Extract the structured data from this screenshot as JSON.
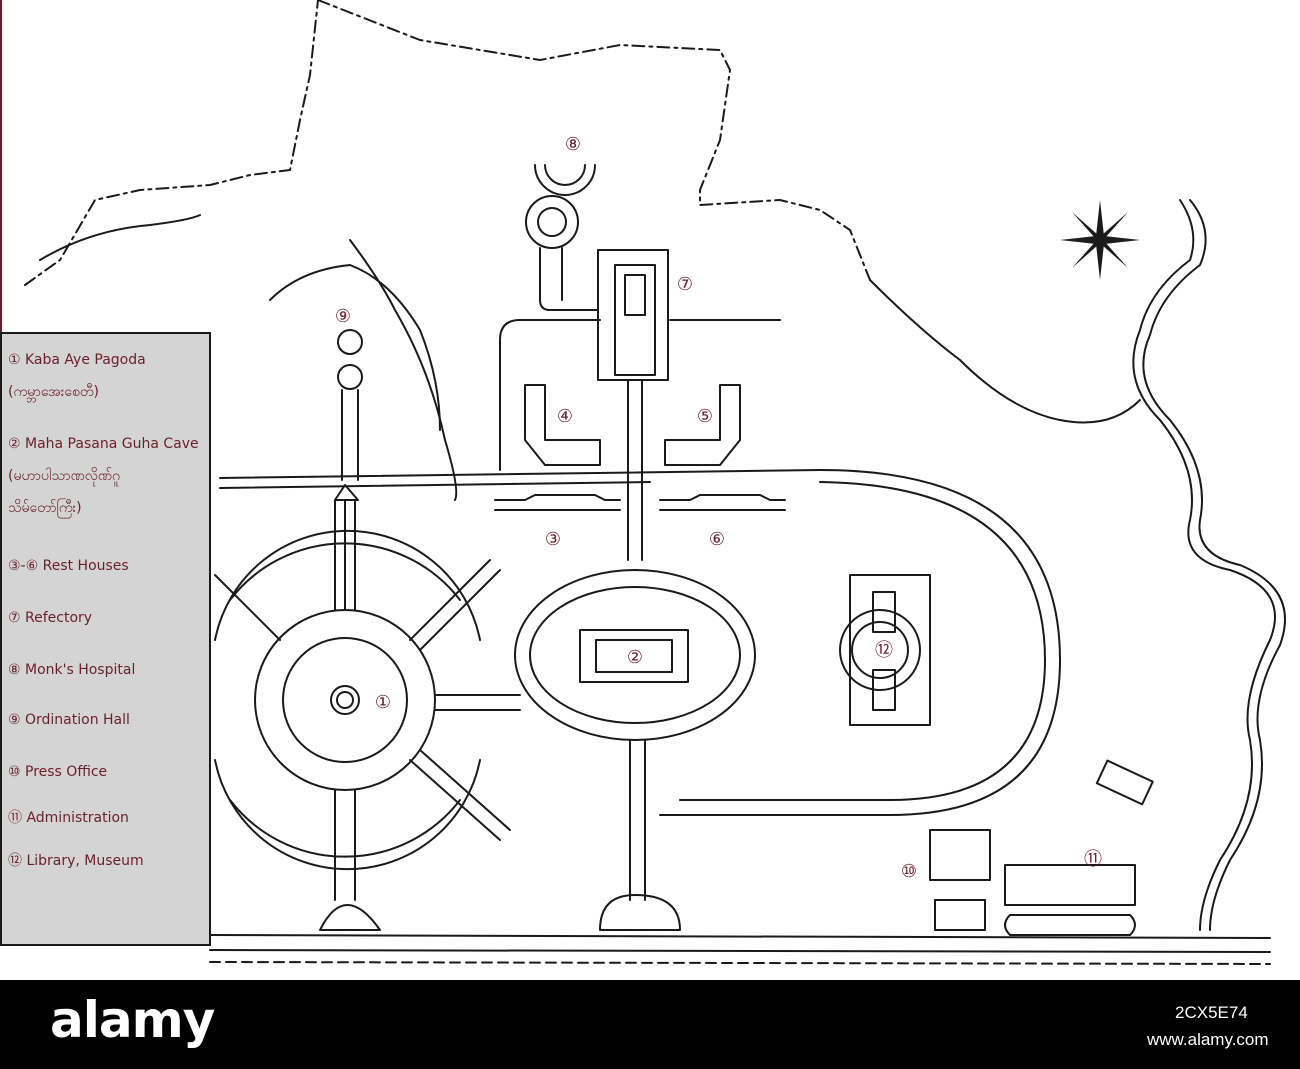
{
  "colors": {
    "accent": "#6b1f2a",
    "line": "#1a1a1a",
    "legend_bg": "#d4d4d4",
    "footer_bg": "#000000",
    "footer_text": "#ffffff"
  },
  "legend": {
    "items": [
      {
        "lines": [
          "① Kaba Aye Pagoda",
          "(ကမ္ဘာအေးစေတီ)"
        ]
      },
      {
        "lines": [
          "② Maha Pasana Guha Cave",
          "(မဟာပါသာဏလိုဏ်ဂူ",
          "သိမ်တော်ကြီး)"
        ]
      },
      {
        "lines": [
          "③-⑥ Rest Houses"
        ]
      },
      {
        "lines": [
          "⑦ Refectory"
        ]
      },
      {
        "lines": [
          "⑧ Monk's Hospital"
        ]
      },
      {
        "lines": [
          "⑨ Ordination Hall"
        ]
      },
      {
        "lines": [
          "⑩ Press Office"
        ]
      },
      {
        "lines": [
          "⑪ Administration"
        ]
      },
      {
        "lines": [
          "⑫ Library, Museum"
        ]
      }
    ]
  },
  "map_labels": [
    "①",
    "②",
    "③",
    "④",
    "⑤",
    "⑥",
    "⑦",
    "⑧",
    "⑨",
    "⑩",
    "⑪",
    "⑫"
  ],
  "icons": [
    "compass-rose-icon"
  ],
  "footer": {
    "wordmark": "alamy",
    "stock_id": "2CX5E74",
    "url": "www.alamy.com"
  }
}
